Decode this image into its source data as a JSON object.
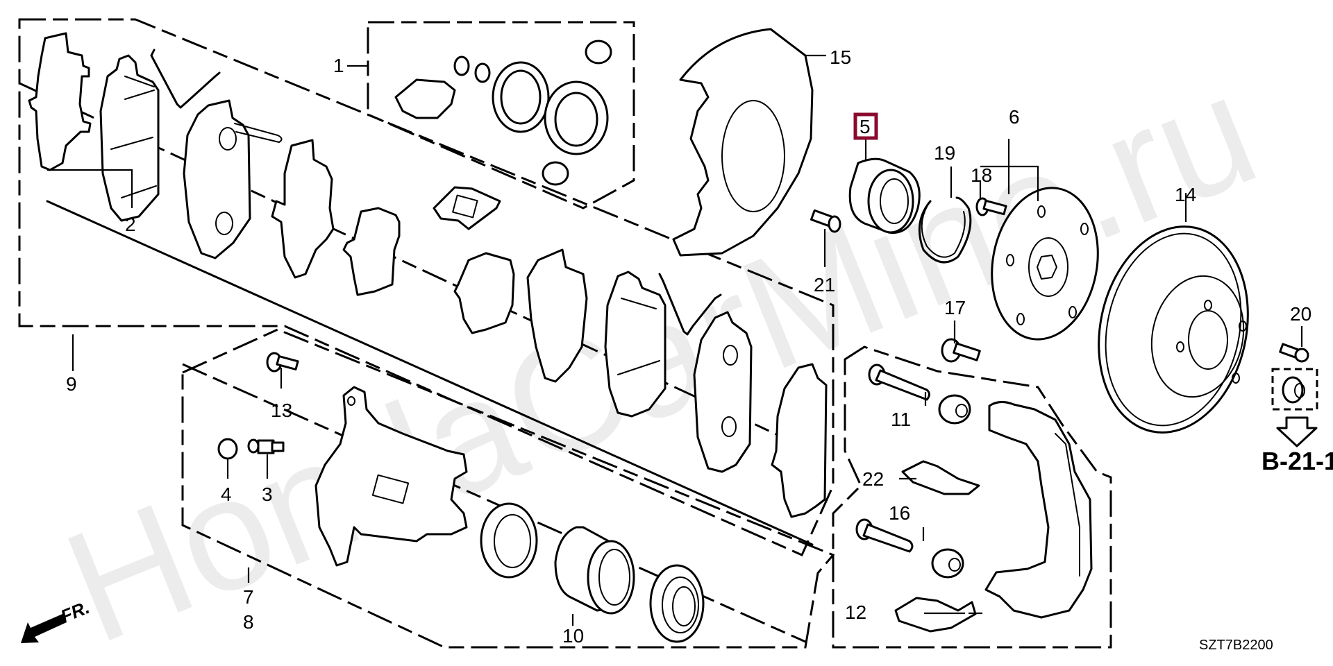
{
  "diagram": {
    "title": "Front Brake Assembly Exploded Parts Diagram",
    "watermark": "HondaCarMine.ru",
    "diagram_code": "SZT7B2200",
    "reference_link": "B-21-1",
    "direction_indicator": "FR.",
    "highlight_color": "#8a0a2e",
    "highlighted_part": "5",
    "callouts": [
      {
        "id": "c1",
        "label": "1",
        "part": "caliper seal kit"
      },
      {
        "id": "c2",
        "label": "2",
        "part": "brake pad set"
      },
      {
        "id": "c3",
        "label": "3",
        "part": "bleeder screw"
      },
      {
        "id": "c4",
        "label": "4",
        "part": "bleeder cap"
      },
      {
        "id": "c5",
        "label": "5",
        "part": "hub bearing",
        "highlighted": true
      },
      {
        "id": "c6",
        "label": "6",
        "part": "hub unit"
      },
      {
        "id": "c7",
        "label": "7",
        "part": "caliper body"
      },
      {
        "id": "c8",
        "label": "8",
        "part": "caliper body"
      },
      {
        "id": "c9",
        "label": "9",
        "part": "caliper assembly"
      },
      {
        "id": "c10",
        "label": "10",
        "part": "piston"
      },
      {
        "id": "c11",
        "label": "11",
        "part": "guide pin"
      },
      {
        "id": "c12",
        "label": "12",
        "part": "pad retainer"
      },
      {
        "id": "c13",
        "label": "13",
        "part": "flange bolt"
      },
      {
        "id": "c14",
        "label": "14",
        "part": "brake disc"
      },
      {
        "id": "c15",
        "label": "15",
        "part": "splash guard"
      },
      {
        "id": "c16",
        "label": "16",
        "part": "guide pin"
      },
      {
        "id": "c17",
        "label": "17",
        "part": "flange bolt"
      },
      {
        "id": "c18",
        "label": "18",
        "part": "hub bolt"
      },
      {
        "id": "c19",
        "label": "19",
        "part": "snap ring"
      },
      {
        "id": "c20",
        "label": "20",
        "part": "disc screw"
      },
      {
        "id": "c21",
        "label": "21",
        "part": "splash guard bolt"
      },
      {
        "id": "c22",
        "label": "22",
        "part": "pad retainer"
      }
    ]
  }
}
